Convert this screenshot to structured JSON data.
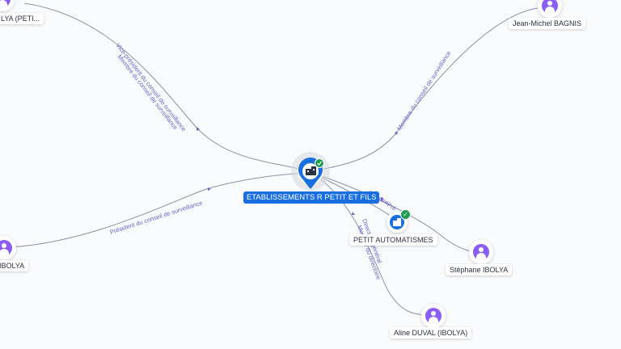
{
  "nodes": {
    "main_company": "ETABLISSEMENTS R PETIT ET FILS",
    "subsidiary": "PETIT AUTOMATISMES",
    "person_top_left": "LYA (PETI...",
    "person_top_right": "Jean-Michel BAGNIS",
    "person_left": "IBOLYA",
    "person_right": "Stéphane IBOLYA",
    "person_bottom": "Aline DUVAL (IBOLYA)"
  },
  "edges": {
    "top_left_1": "Vice-président du conseil de surveillance",
    "top_left_2": "Membre du conseil de surveillance",
    "top_right": "Membre du conseil de surveillance",
    "left": "Président du conseil de surveillance",
    "bottom_1": "Directeur général",
    "bottom_2": "Membre du directoire",
    "right_1": "Pré",
    "right_2": "Membre"
  },
  "colors": {
    "company": "#1a6fe0",
    "person": "#8b5cf6",
    "verified": "#1f9d55",
    "edge_label": "#6a63c8"
  },
  "icons": {
    "company": "building-icon",
    "person": "person-icon",
    "verified": "check-badge-icon"
  }
}
